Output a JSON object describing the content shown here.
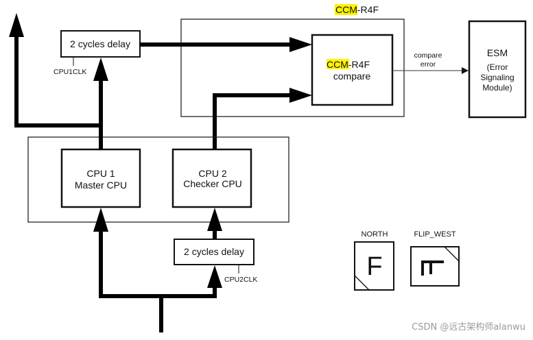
{
  "diagram": {
    "ccm_group": {
      "title_highlight": "CCM",
      "title_rest": "-R4F",
      "highlight_color": "#fff200"
    },
    "compare_block": {
      "line1_highlight": "CCM",
      "line1_rest": "-R4F",
      "line2": "compare"
    },
    "compare_error": {
      "line1": "compare",
      "line2": "error"
    },
    "esm_block": {
      "title": "ESM",
      "line2": "(Error",
      "line3": "Signaling",
      "line4": "Module)"
    },
    "delay_top": {
      "label": "2 cycles delay",
      "clock": "CPU1CLK"
    },
    "delay_bottom": {
      "label": "2 cycles delay",
      "clock": "CPU2CLK"
    },
    "cpu1": {
      "line1": "CPU 1",
      "line2": "Master CPU"
    },
    "cpu2": {
      "line1": "CPU 2",
      "line2": "Checker CPU"
    },
    "legend": {
      "north_label": "NORTH",
      "north_glyph": "F",
      "flip_west_label": "FLIP_WEST"
    },
    "watermark": "CSDN @远古架构师alanwu"
  }
}
